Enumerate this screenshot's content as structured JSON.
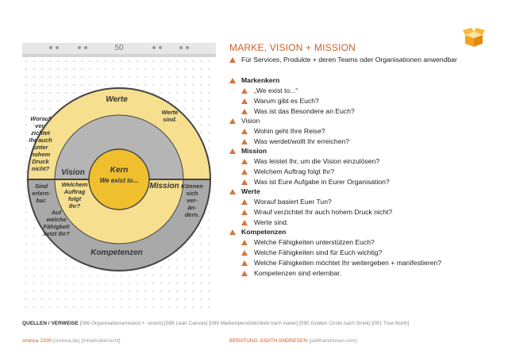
{
  "notepad": {
    "page_number": "50"
  },
  "diagram": {
    "center": {
      "title": "Kern",
      "subtitle": "We exist to..."
    },
    "vision": {
      "title": "Vision",
      "lines": [
        "Welchem",
        "Auftrag",
        "folgt",
        "Ihr?"
      ]
    },
    "mission": {
      "title": "Mission",
      "lines": [
        "Können",
        "sich",
        "ver-",
        "än-",
        "dern."
      ]
    },
    "werte": {
      "title": "Werte",
      "right_lines": [
        "Werte",
        "sind."
      ],
      "left_lines": [
        "Worauf",
        "ver-",
        "zichtet",
        "Ihr auch",
        "unter",
        "hohem",
        "Druck",
        "nicht?"
      ]
    },
    "kompetenzen": {
      "title": "Kompetenzen",
      "left_lines": [
        "Sind",
        "erlern-",
        "bar."
      ],
      "mid_lines": [
        "Auf",
        "welche",
        "Fähigkeit",
        "setzt Ihr?"
      ]
    },
    "colors": {
      "yellow_outer": "#f6df8e",
      "gray_ring": "#b5b5b5",
      "core": "#f0bf2e",
      "lower_half": "#a9a9a9"
    }
  },
  "title": "MARKE, VISION + MISSION",
  "items": [
    {
      "level": 1,
      "bold": false,
      "text": "Für Services, Produkte + deren Teams oder Organisationen anwendbar"
    },
    {
      "level": 1,
      "bold": true,
      "text": "Markenkern"
    },
    {
      "level": 2,
      "bold": false,
      "text": "„We exist to...“"
    },
    {
      "level": 2,
      "bold": false,
      "text": "Warum gibt es Euch?"
    },
    {
      "level": 2,
      "bold": false,
      "text": "Was ist das Besondere an Euch?"
    },
    {
      "level": 1,
      "bold": false,
      "text": "Vision"
    },
    {
      "level": 2,
      "bold": false,
      "text": "Wohin geht Ihre Reise?"
    },
    {
      "level": 2,
      "bold": false,
      "text": "Was werdet/wollt Ihr erreichen?"
    },
    {
      "level": 1,
      "bold": true,
      "text": "Mission"
    },
    {
      "level": 2,
      "bold": false,
      "text": "Was leistet Ihr, um die Vision einzulösen?"
    },
    {
      "level": 2,
      "bold": false,
      "text": "Welchem Auftrag folgt Ihr?"
    },
    {
      "level": 2,
      "bold": false,
      "text": "Was ist Eure Aufgabe in Eurer Organisation?"
    },
    {
      "level": 1,
      "bold": true,
      "text": "Werte"
    },
    {
      "level": 2,
      "bold": false,
      "text": "Worauf basiert Euer Tun?"
    },
    {
      "level": 2,
      "bold": false,
      "text": "Wrauf verzichtet Ihr auch hohem Druck nicht?"
    },
    {
      "level": 2,
      "bold": false,
      "text": "Werte sind."
    },
    {
      "level": 1,
      "bold": true,
      "text": "Kompetenzen"
    },
    {
      "level": 2,
      "bold": false,
      "text": "Welche Fähigkeiten unterstützen Euch?"
    },
    {
      "level": 2,
      "bold": false,
      "text": "Welche Fähigkeiten sind für Euch wichtig?"
    },
    {
      "level": 2,
      "bold": false,
      "text": "Welche Fähigkeiten möchtet Ihr weitergeben + manifestieren?"
    },
    {
      "level": 2,
      "bold": false,
      "text": "Kompetenzen sind erlernbar."
    }
  ],
  "references": {
    "label": "QUELLEN / VERWEISE",
    "text": "[086 Organisationsmission + -vision] [088 Lean Canvas] [089 Markenpersönlichkeit nach Aaker] [090 Golden Circle nach Sinek] [091 True North]"
  },
  "footer": {
    "left_main": "sminca 2309",
    "left_muted": "(sminca.de) [Inhaltsübersicht]",
    "right_main": "BERATUNG JUDITH ANDRESEN",
    "right_muted": "(judithandresen.com)"
  },
  "logo": {
    "icon": "open-box-icon",
    "color": "#f2a31b"
  }
}
